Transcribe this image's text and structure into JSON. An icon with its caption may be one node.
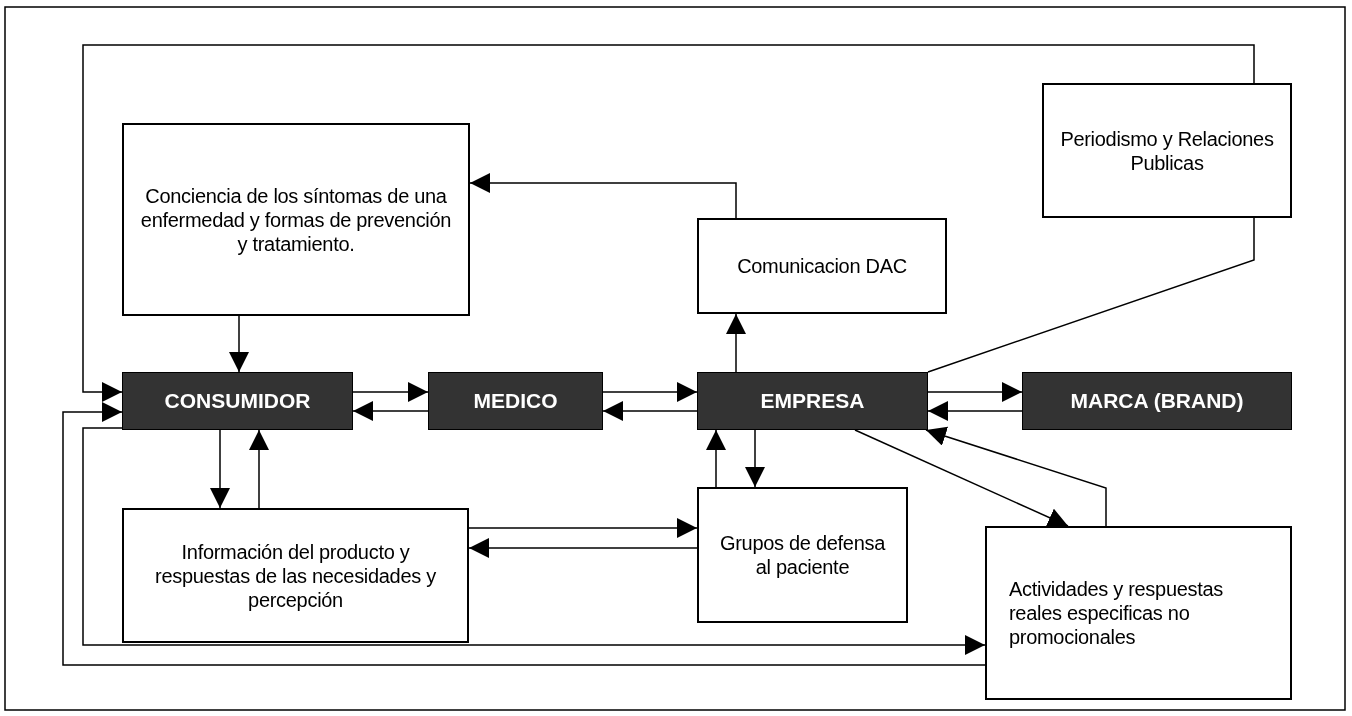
{
  "diagram": {
    "nodes": [
      {
        "text": [
          "Conciencia de los síntomas de una enfermedad y formas de prevención y tratamiento."
        ]
      },
      {
        "text": [
          "Periodismo y Relaciones Publicas"
        ]
      },
      {
        "text": [
          "Comunicacion DAC"
        ]
      },
      {
        "text": [
          "CONSUMIDOR"
        ]
      },
      {
        "text": [
          "MEDICO"
        ]
      },
      {
        "text": [
          "EMPRESA"
        ]
      },
      {
        "text": [
          "MARCA (BRAND)"
        ]
      },
      {
        "text": [
          "Información del producto y respuestas de las necesidades y percepción"
        ]
      },
      {
        "text": [
          "Grupos de defensa al paciente"
        ]
      },
      {
        "text": [
          "Actividades y respuestas reales especificas no promocionales"
        ]
      }
    ],
    "edges": [
      {
        "from": 5,
        "to": 1,
        "arrow": "none"
      },
      {
        "from": 1,
        "to": 3,
        "arrow": "to"
      },
      {
        "from": 0,
        "to": 3,
        "arrow": "to"
      },
      {
        "from": 3,
        "to": 4,
        "arrow": "to"
      },
      {
        "from": 4,
        "to": 3,
        "arrow": "to"
      },
      {
        "from": 4,
        "to": 5,
        "arrow": "to"
      },
      {
        "from": 5,
        "to": 4,
        "arrow": "to"
      },
      {
        "from": 5,
        "to": 6,
        "arrow": "to"
      },
      {
        "from": 6,
        "to": 5,
        "arrow": "to"
      },
      {
        "from": 2,
        "to": 0,
        "arrow": "to"
      },
      {
        "from": 5,
        "to": 2,
        "arrow": "to"
      },
      {
        "from": 3,
        "to": 7,
        "arrow": "to"
      },
      {
        "from": 7,
        "to": 3,
        "arrow": "to"
      },
      {
        "from": 7,
        "to": 8,
        "arrow": "to"
      },
      {
        "from": 8,
        "to": 7,
        "arrow": "to"
      },
      {
        "from": 5,
        "to": 8,
        "arrow": "to"
      },
      {
        "from": 8,
        "to": 5,
        "arrow": "to"
      },
      {
        "from": 5,
        "to": 9,
        "arrow": "to"
      },
      {
        "from": 9,
        "to": 5,
        "arrow": "to"
      },
      {
        "from": 3,
        "to": 9,
        "arrow": "to"
      },
      {
        "from": 9,
        "to": 3,
        "arrow": "to"
      }
    ]
  }
}
